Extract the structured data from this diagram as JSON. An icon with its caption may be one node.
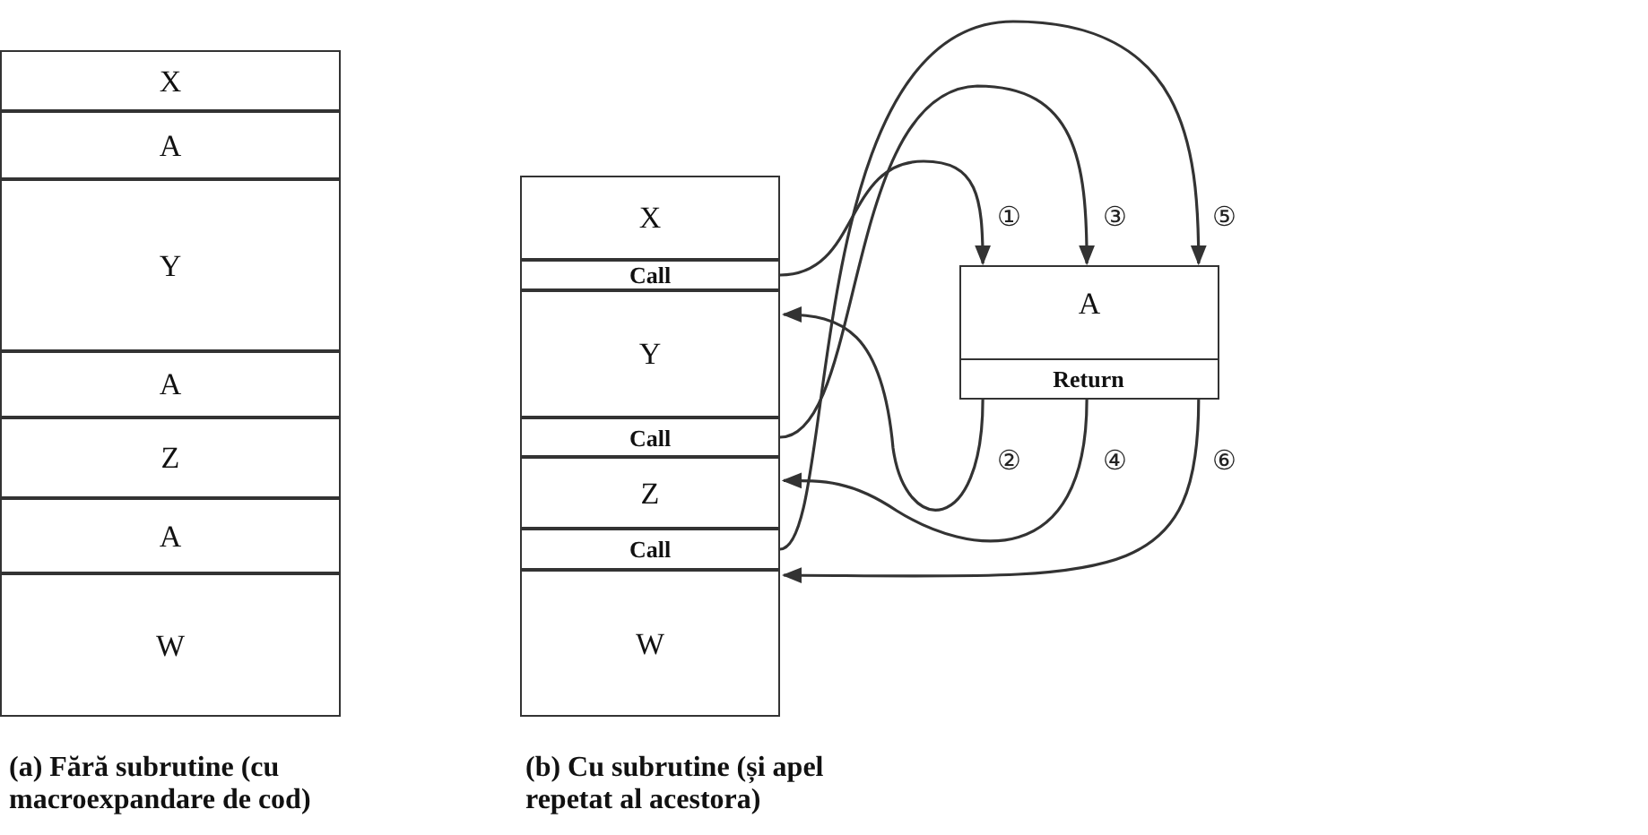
{
  "diagram": {
    "nodes": [
      {
        "text": [
          "X"
        ]
      },
      {
        "text": [
          "A"
        ]
      },
      {
        "text": [
          "Y"
        ]
      },
      {
        "text": [
          "A"
        ]
      },
      {
        "text": [
          "Z"
        ]
      },
      {
        "text": [
          "A"
        ]
      },
      {
        "text": [
          "W"
        ]
      },
      {
        "text": [
          "X"
        ]
      },
      {
        "text": [
          "Call"
        ]
      },
      {
        "text": [
          "Y"
        ]
      },
      {
        "text": [
          "Call"
        ]
      },
      {
        "text": [
          "Z"
        ]
      },
      {
        "text": [
          "Call"
        ]
      },
      {
        "text": [
          "W"
        ]
      },
      {
        "text": [
          "A"
        ]
      },
      {
        "text": [
          "Return"
        ],
        "in": 14
      }
    ],
    "edges": [
      {
        "from": 8,
        "to": 14,
        "arrow": "to",
        "label": "①"
      },
      {
        "from": 15,
        "to": 9,
        "arrow": "to",
        "label": "②"
      },
      {
        "from": 10,
        "to": 14,
        "arrow": "to",
        "label": "③"
      },
      {
        "from": 15,
        "to": 11,
        "arrow": "to",
        "label": "④"
      },
      {
        "from": 12,
        "to": 14,
        "arrow": "to",
        "label": "⑤"
      },
      {
        "from": 15,
        "to": 13,
        "arrow": "to",
        "label": "⑥"
      }
    ],
    "labels": [
      "(a) Fără subrutine (cu macroexpandare de cod)",
      "(b) Cu subrutine (și apel repetat al acestora)"
    ]
  }
}
